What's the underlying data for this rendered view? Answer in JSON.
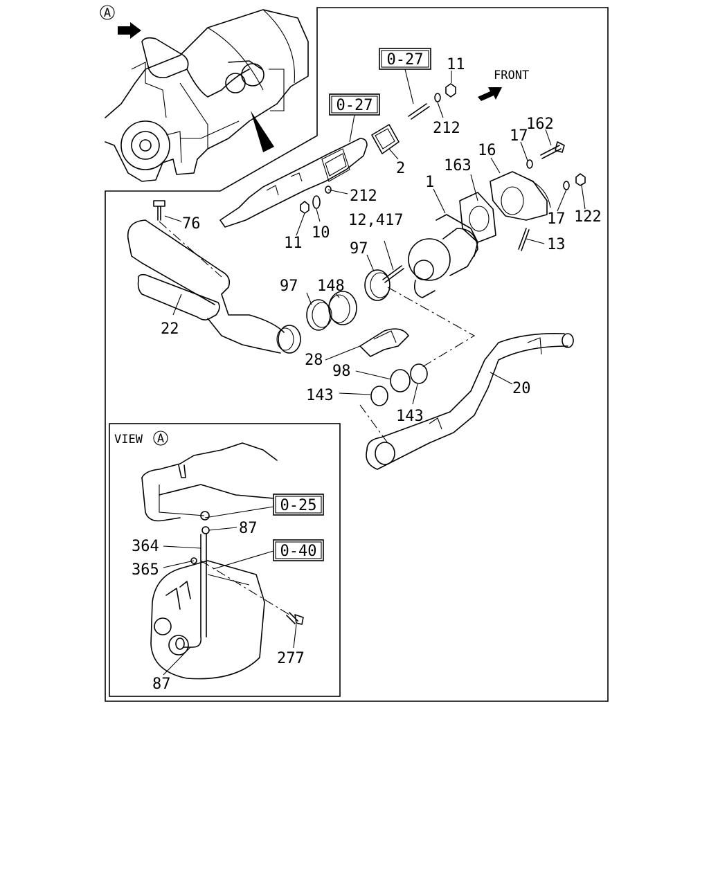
{
  "callouts": {
    "c76": "76",
    "c22": "22",
    "c11a": "11",
    "c10": "10",
    "c212a": "212",
    "c2": "2",
    "c12_417": "12,417",
    "c97a": "97",
    "c97b": "97",
    "c148": "148",
    "c28": "28",
    "c98": "98",
    "c143a": "143",
    "c143b": "143",
    "c20": "20",
    "c1": "1",
    "c163": "163",
    "c16": "16",
    "c17a": "17",
    "c162": "162",
    "c17b": "17",
    "c122": "122",
    "c13": "13",
    "c11b": "11",
    "c212b": "212",
    "c87a": "87",
    "c364": "364",
    "c365": "365",
    "c277": "277",
    "c87b": "87"
  },
  "ref_boxes": {
    "r1": "0-27",
    "r2": "0-27",
    "r3": "0-25",
    "r4": "0-40"
  },
  "front_label": "FRONT",
  "view_marker": "A",
  "view_label": "VIEW",
  "view_marker_inset": "A"
}
